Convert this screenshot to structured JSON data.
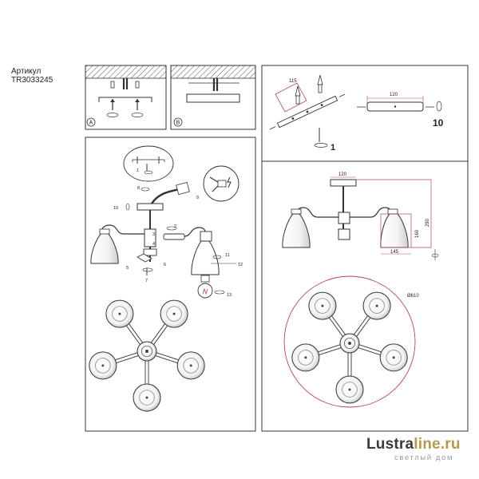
{
  "article": {
    "label": "Артикул",
    "code": "TR3033245"
  },
  "panels": {
    "mount_a": {
      "badge": "A"
    },
    "mount_b": {
      "badge": "B"
    },
    "bracket": {
      "dim_width": "115",
      "item_number": "1"
    },
    "plate": {
      "dim_width": "120",
      "item_number": "10"
    },
    "assembly": {
      "callouts": [
        "1",
        "2",
        "3",
        "4",
        "5",
        "6",
        "7",
        "8",
        "9",
        "10",
        "11",
        "12",
        "13"
      ]
    },
    "dimensions": {
      "top_width": "120",
      "height": "290",
      "shade_height": "160",
      "shade_width": "145",
      "diameter": "Ø610"
    }
  },
  "brand": {
    "part1": "Lustra",
    "part2": "line.ru",
    "tagline": "светлый дом",
    "accent": "#b59a4a"
  },
  "colors": {
    "line": "#333333",
    "accent_dim": "#b0407f"
  }
}
